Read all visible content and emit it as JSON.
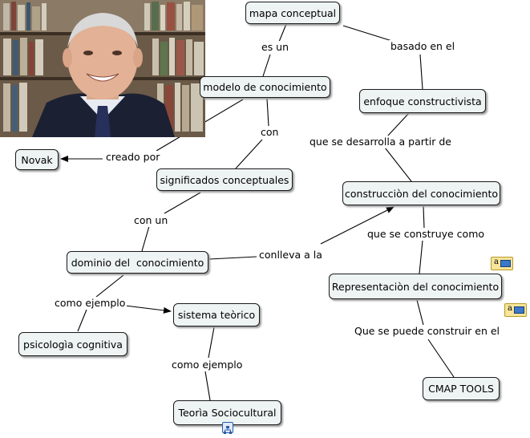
{
  "nodes": {
    "mapa_conceptual": "mapa conceptual",
    "modelo_conocimiento": "modelo de conocimiento",
    "enfoque_constructivista": "enfoque constructivista",
    "novak": "Novak",
    "significados_conceptuales": "significados conceptuales",
    "construccion_conocimiento": "construcciòn del conocimiento",
    "dominio_conocimiento": "dominio del  conocimiento",
    "representacion_conocimiento": "Representaciòn del conocimiento",
    "sistema_teorico": "sistema teòrico",
    "psicologia_cognitiva": "psicologìa cognitiva",
    "cmap_tools": "CMAP TOOLS",
    "teoria_sociocultural": "Teorìa Sociocultural"
  },
  "links": {
    "es_un": "es un",
    "basado_en_el": "basado en el",
    "con": "con",
    "creado_por": "creado por",
    "que_se_desarrolla": "que se desarrolla a partir de",
    "con_un": "con un",
    "conlleva_a_la": "conlleva a la",
    "que_se_construye": "que se construye como",
    "como_ejemplo_1": "como ejemplo",
    "que_se_puede": "Que se puede construir en el",
    "como_ejemplo_2": "como ejemplo"
  },
  "colors": {
    "node_fill": "#eef3f4",
    "node_border": "#1a1a1a",
    "badge_fill": "#f6e59a"
  },
  "icons": [
    "portrait-photo",
    "annotation-icon",
    "annotation-icon",
    "sitemap-icon"
  ]
}
